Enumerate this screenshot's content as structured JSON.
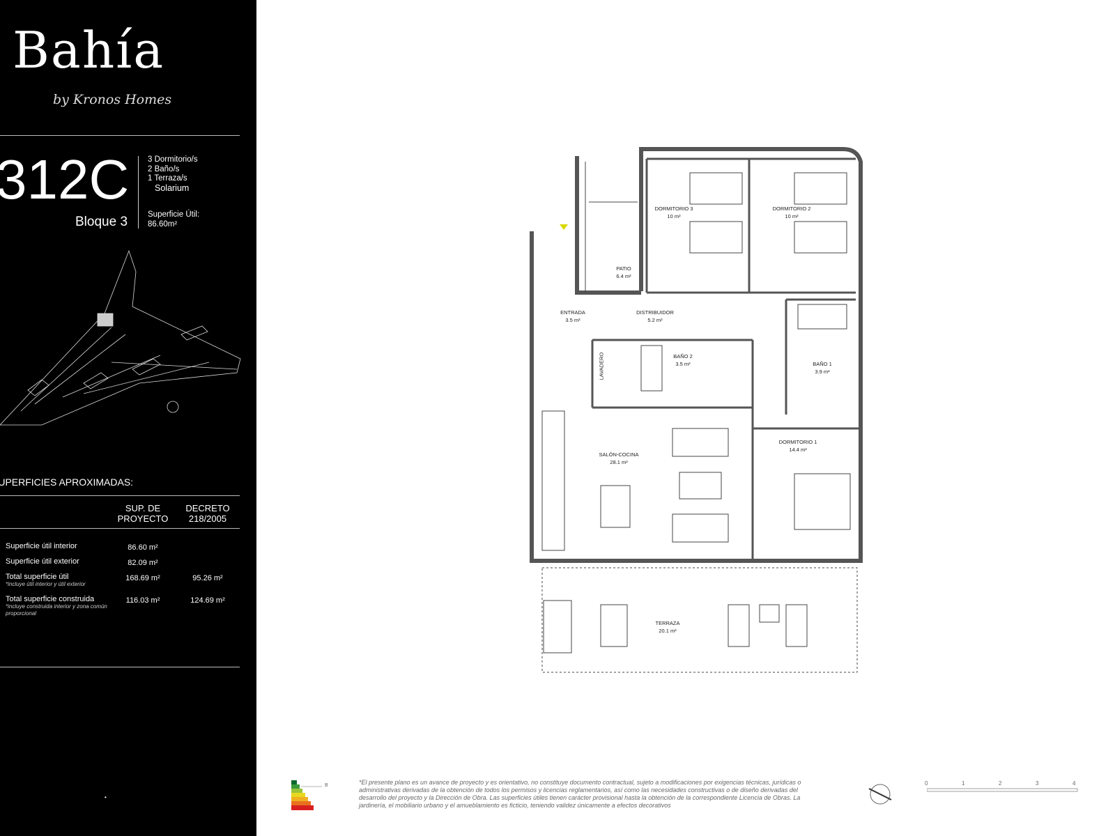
{
  "brand": {
    "logo": "Bahía",
    "sub": "by Kronos Homes"
  },
  "unit": {
    "code": "312C",
    "block": "Bloque 3",
    "features": [
      "3 Dormitorio/s",
      "2 Baño/s",
      "1 Terraza/s",
      "Solarium"
    ],
    "surface_label": "Superficie Útil:",
    "surface_value": "86.60m²"
  },
  "table": {
    "title": "SUPERFICIES APROXIMADAS:",
    "col1": "SUP. DE PROYECTO",
    "col2": "DECRETO 218/2005",
    "rows": [
      {
        "label": "Superficie útil interior",
        "note": "",
        "v1": "86.60 m²",
        "v2": ""
      },
      {
        "label": "Superficie útil exterior",
        "note": "",
        "v1": "82.09 m²",
        "v2": ""
      },
      {
        "label": "Total superficie útil",
        "note": "*incluye útil interior y útil exterior",
        "v1": "168.69 m²",
        "v2": "95.26 m²"
      },
      {
        "label": "Total superficie construida",
        "note": "*incluye construida interior y zona común proporcional",
        "v1": "116.03 m²",
        "v2": "124.69 m²"
      }
    ]
  },
  "rooms": [
    {
      "name": "DORMITORIO 3",
      "area": "10 m²"
    },
    {
      "name": "DORMITORIO 2",
      "area": "10 m²"
    },
    {
      "name": "PATIO",
      "area": "6.4 m²"
    },
    {
      "name": "ENTRADA",
      "area": "3.5 m²"
    },
    {
      "name": "DISTRIBUIDOR",
      "area": "5.2 m²"
    },
    {
      "name": "BAÑO 2",
      "area": "3.5 m²"
    },
    {
      "name": "BAÑO 1",
      "area": "3.9 m²"
    },
    {
      "name": "SALÓN-COCINA",
      "area": "28.1 m²"
    },
    {
      "name": "DORMITORIO 1",
      "area": "14.4 m²"
    },
    {
      "name": "TERRAZA",
      "area": "20.1 m²"
    },
    {
      "name": "LAVADERO",
      "area": ""
    }
  ],
  "energy": {
    "rating": "B"
  },
  "disclaimer": "*El presente plano es un avance de proyecto y es orientativo, no constituye documento contractual, sujeto a modificaciones por exigencias técnicas, jurídicas o administrativas derivadas de la obtención de todos los permisos y licencias reglamentarios, así como las necesidades constructivas o de diseño derivadas del desarrollo del proyecto y la Dirección de Obra. Las superficies útiles tienen carácter provisional hasta la obtención de la correspondiente Licencia de Obras. La jardinería, el mobiliario urbano y el amueblamiento es ficticio, teniendo validez únicamente a efectos decorativos",
  "scale": [
    "0",
    "1",
    "2",
    "3",
    "4"
  ]
}
